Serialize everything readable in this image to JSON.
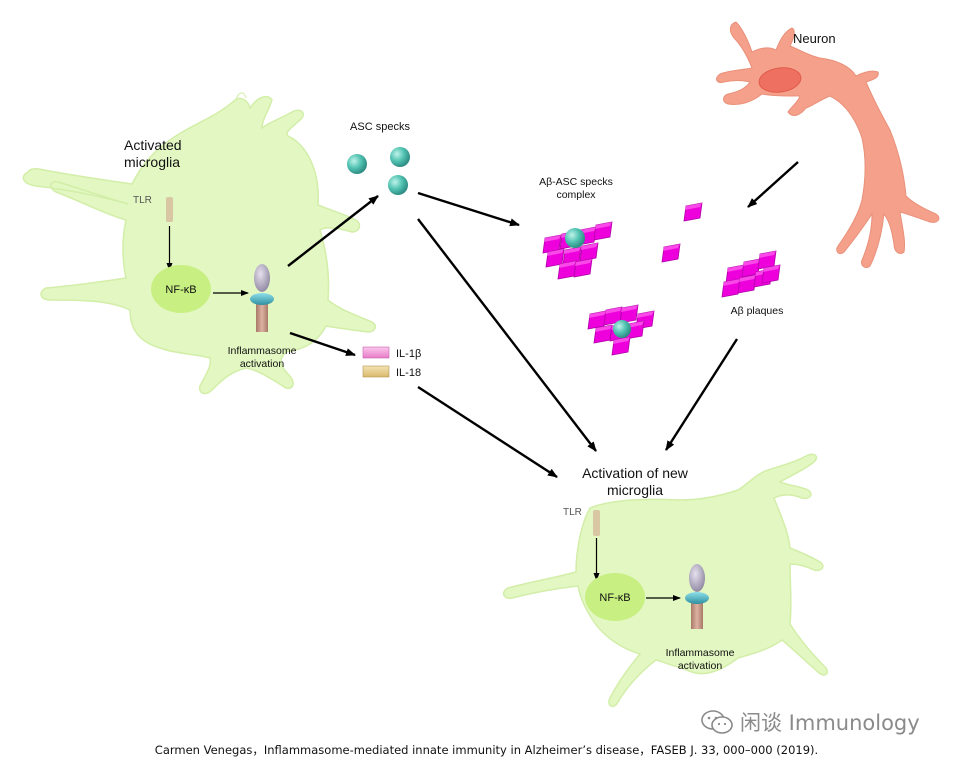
{
  "labels": {
    "activated_microglia_l1": "Activated",
    "activated_microglia_l2": "microglia",
    "tlr_1": "TLR",
    "nfkb_1": "NF-κB",
    "inflammasome_1_l1": "Inflammasome",
    "inflammasome_1_l2": "activation",
    "asc_specks": "ASC specks",
    "ab_asc_l1": "Aβ-ASC specks",
    "ab_asc_l2": "complex",
    "neuron": "Neuron",
    "ab_plaques": "Aβ plaques",
    "il1b": "IL-1β",
    "il18": "IL-18",
    "new_microglia_l1": "Activation of new",
    "new_microglia_l2": "microglia",
    "tlr_2": "TLR",
    "nfkb_2": "NF-κB",
    "inflammasome_2_l1": "Inflammasome",
    "inflammasome_2_l2": "activation"
  },
  "caption": "Carmen Venegas，Inflammasome-mediated innate immunity in Alzheimer’s disease，FASEB J. 33, 000–000 (2019).",
  "watermark": "闲谈 Immunology",
  "colors": {
    "microglia": "#e3f7c2",
    "microglia_edge": "#d2eea8",
    "nucleus": "#c8ef82",
    "tlr": "#d9c6a3",
    "receptor_top": "#aaa3b8",
    "receptor_ring": "#49b6c4",
    "receptor_stem": "#c99a8a",
    "asc": "#52c3b2",
    "plaque": "#ee00dd",
    "neuron": "#f4a08a",
    "neuron_nucleus": "#ee7060",
    "il1b": "#f49ad6",
    "il18": "#e8cf8e",
    "arrow": "#000000"
  }
}
